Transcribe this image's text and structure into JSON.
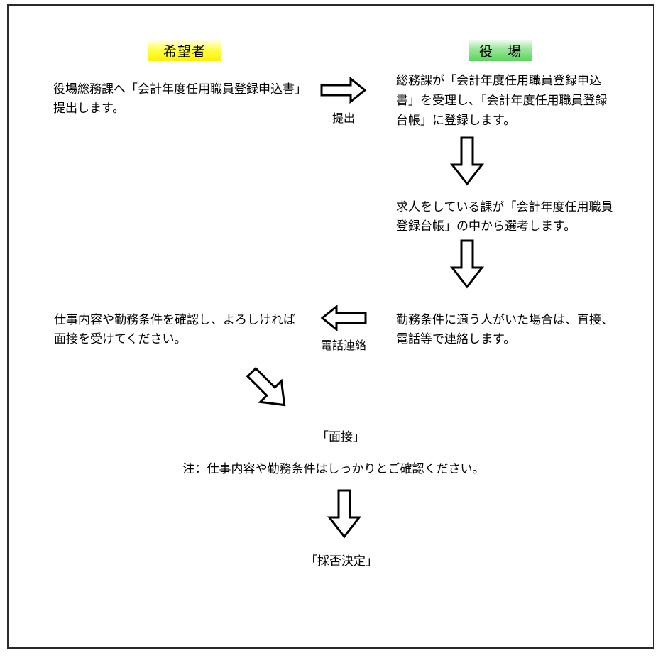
{
  "headers": {
    "applicant": {
      "label": "希望者",
      "highlight": "#fef100"
    },
    "office": {
      "label": "役　場",
      "highlight": "#59d659"
    }
  },
  "flow": {
    "applicant_submit": "役場総務課へ「会計年度任用職員登録申込書」\n提出します。",
    "office_receive": "総務課が「会計年度任用職員登録申込\n書」を受理し、「会計年度任用職員登録\n台帳」に登録します。",
    "office_select": "求人をしている課が「会計年度任用職員\n登録台帳」の中から選考します。",
    "office_contact": "勤務条件に適う人がいた場合は、直接、\n電話等で連絡します。",
    "applicant_confirm": "仕事内容や勤務条件を確認し、よろしければ\n面接を受けてください。",
    "interview_label": "「面接」",
    "note": "注：仕事内容や勤務条件はしっかりとご確認ください。",
    "decision_label": "「採否決定」"
  },
  "arrow_labels": {
    "submit": "提出",
    "phone_contact": "電話連絡"
  },
  "colors": {
    "border": "#2a2a2a",
    "arrow_fill": "#ffffff",
    "arrow_outline": "#000000",
    "text": "#000000"
  }
}
